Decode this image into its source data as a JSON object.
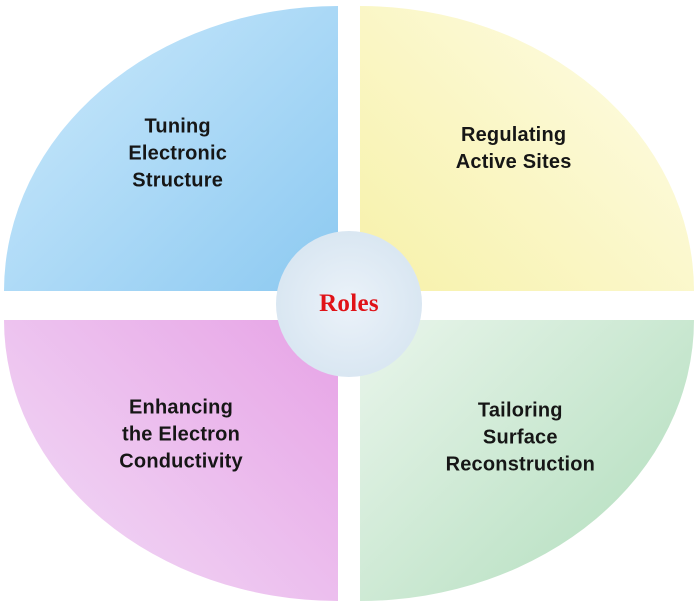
{
  "figure": {
    "title": "Roles diagram",
    "center": {
      "label": "Roles",
      "text_color": "#e01218",
      "gradient": {
        "from": "#ebf2f9",
        "to": "#d2e2ef"
      }
    },
    "quadrants": {
      "top_left": {
        "label": "Tuning\nElectronic\nStructure",
        "gradient": {
          "angle": "135deg",
          "from": "#cdeafc",
          "to": "#8cc9f1"
        }
      },
      "top_right": {
        "label": "Regulating\nActive Sites",
        "gradient": {
          "angle": "225deg",
          "from": "#fefde9",
          "to": "#f7f1a9"
        }
      },
      "bottom_left": {
        "label": "Enhancing\nthe Electron\nConductivity",
        "gradient": {
          "angle": "45deg",
          "from": "#f2def7",
          "to": "#e7a3e6"
        }
      },
      "bottom_right": {
        "label": "Tailoring\nSurface\nReconstruction",
        "gradient": {
          "angle": "135deg",
          "from": "#e9f5eb",
          "to": "#aedcba"
        }
      }
    }
  }
}
